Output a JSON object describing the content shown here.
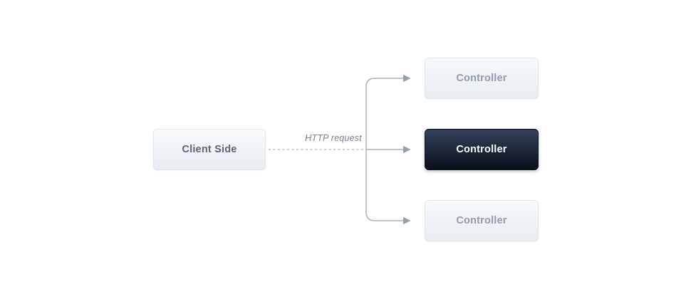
{
  "diagram": {
    "client_box": {
      "label": "Client Side"
    },
    "connector": {
      "label": "HTTP request",
      "style": "dashed request line fanning out to three solid arrows"
    },
    "controller_boxes": [
      {
        "label": "Controller",
        "variant": "light"
      },
      {
        "label": "Controller",
        "variant": "dark",
        "highlighted": true
      },
      {
        "label": "Controller",
        "variant": "light"
      }
    ],
    "colors": {
      "background": "#ffffff",
      "light_box_fill_top": "#f9fbfc",
      "light_box_fill_bottom": "#e8edf3",
      "light_box_border": "#dde4ec",
      "light_box_text": "#8e9bab",
      "client_text": "#5b6774",
      "dark_box_fill_top": "#34435c",
      "dark_box_fill_bottom": "#0a0f18",
      "dark_box_text": "#ffffff",
      "line": "#a8b1bc",
      "dashed_line": "#b7bfc9",
      "arrowhead": "#99a3b0",
      "edge_label_text": "#76818f"
    }
  }
}
